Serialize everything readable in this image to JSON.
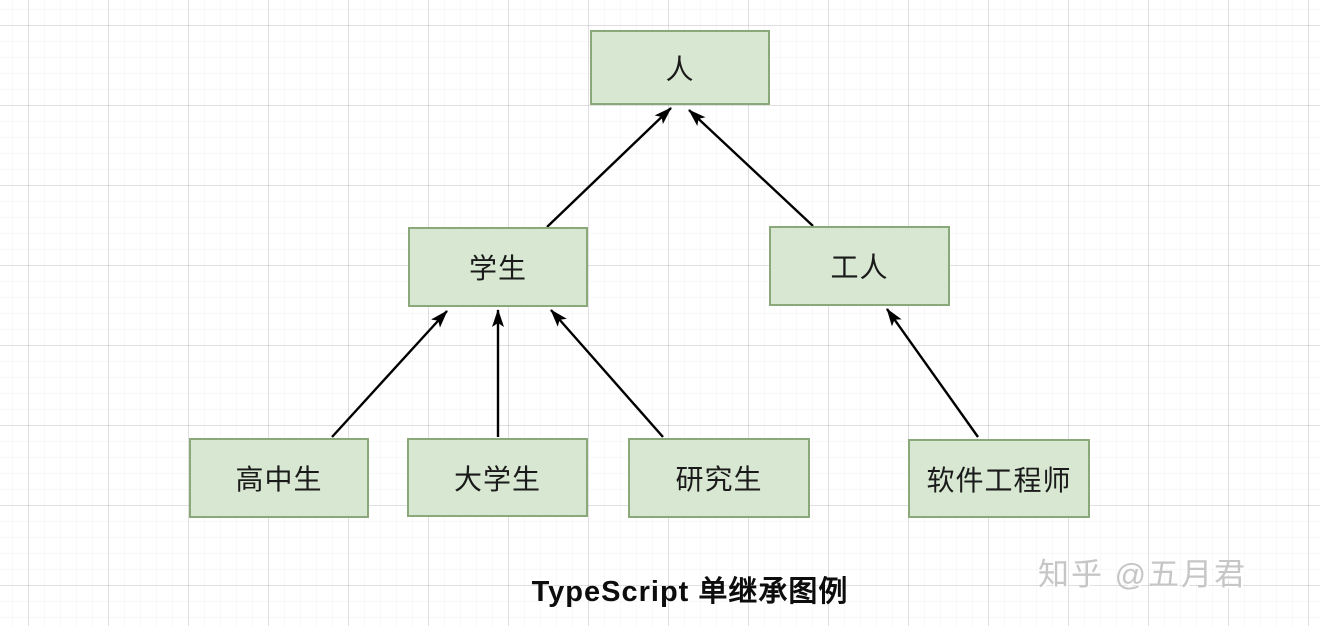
{
  "diagram": {
    "caption": "TypeScript 单继承图例",
    "nodes": {
      "person": {
        "label": "人"
      },
      "student": {
        "label": "学生"
      },
      "worker": {
        "label": "工人"
      },
      "highschool": {
        "label": "高中生"
      },
      "college": {
        "label": "大学生"
      },
      "graduate": {
        "label": "研究生"
      },
      "engineer": {
        "label": "软件工程师"
      }
    },
    "edges": [
      {
        "from": "学生",
        "to": "人"
      },
      {
        "from": "工人",
        "to": "人"
      },
      {
        "from": "高中生",
        "to": "学生"
      },
      {
        "from": "大学生",
        "to": "学生"
      },
      {
        "from": "研究生",
        "to": "学生"
      },
      {
        "from": "软件工程师",
        "to": "工人"
      }
    ]
  },
  "watermark": {
    "text": "知乎 @五月君"
  },
  "colors": {
    "node_fill": "#d7e7d1",
    "node_border": "#8aa87a",
    "arrow": "#000000",
    "grid_major": "#e2e2e6",
    "grid_minor": "#f4f4f6",
    "watermark_text": "#c6c6c6",
    "caption_text": "#0d0d0d"
  }
}
